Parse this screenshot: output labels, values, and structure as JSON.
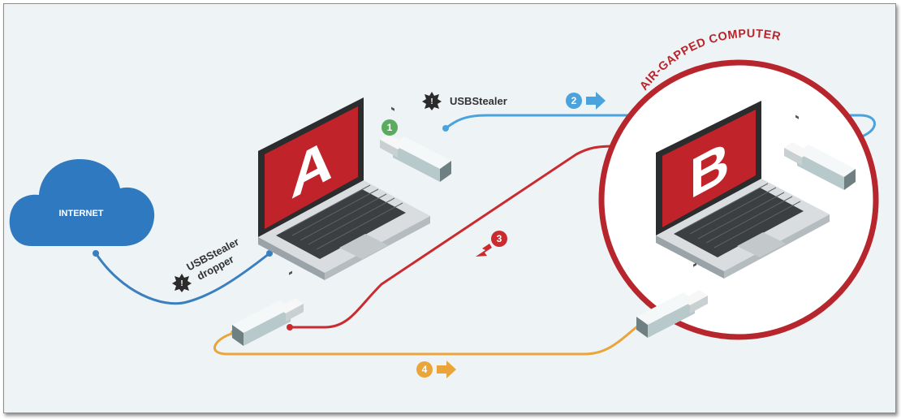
{
  "cloud": {
    "label": "INTERNET"
  },
  "laptop_a": {
    "letter": "A"
  },
  "laptop_b": {
    "letter": "B"
  },
  "air_gap": {
    "label": "AIR-GAPPED COMPUTER"
  },
  "malware": {
    "usbstealer": "USBStealer",
    "dropper_line1": "USBStealer",
    "dropper_line2": "dropper",
    "warning_glyph": "!"
  },
  "steps": [
    {
      "number": "1",
      "color": "#5aab5d"
    },
    {
      "number": "2",
      "color": "#4aa3dc"
    },
    {
      "number": "3",
      "color": "#c92b2f"
    },
    {
      "number": "4",
      "color": "#eaa43a"
    }
  ],
  "colors": {
    "cloud": "#2f79c0",
    "internet_line": "#3a7fbf",
    "blue_line": "#4aa3dc",
    "red": "#c92b2f",
    "orange": "#eaa43a",
    "green": "#5aab5d",
    "air_gap_ring": "#b8262d"
  },
  "icons": [
    "cloud-icon",
    "laptop-icon",
    "usb-drive-icon",
    "warning-burst-icon",
    "arrow-right-icon",
    "arrow-left-icon"
  ]
}
